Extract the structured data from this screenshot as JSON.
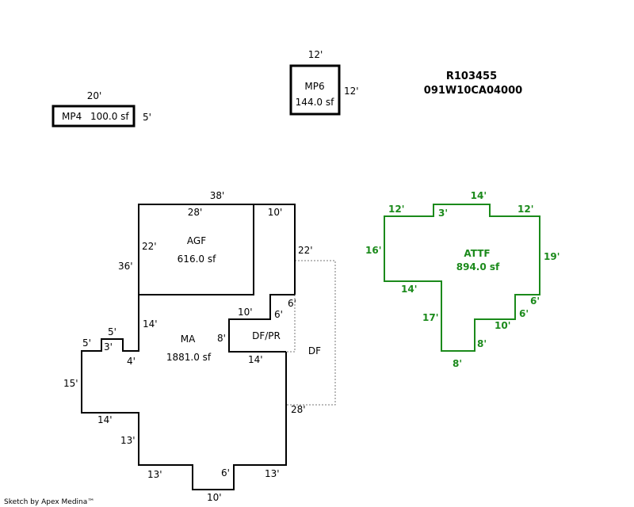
{
  "parcel": {
    "account_number": "R103455",
    "map_tax_lot": "091W10CA04000"
  },
  "footer": {
    "credit": "Sketch by Apex Medina™"
  },
  "colors": {
    "outline": "#000000",
    "attached_garage_outline": "#1b8a1b",
    "deck_outline": "#777777"
  },
  "areas": {
    "mp4": {
      "code": "MP4",
      "area": "100.0 sf",
      "dims": [
        "20'",
        "5'"
      ]
    },
    "mp6": {
      "code": "MP6",
      "area": "144.0 sf",
      "dims": [
        "12'",
        "12'"
      ]
    },
    "agf": {
      "code": "AGF",
      "area": "616.0 sf",
      "dims": [
        "38'",
        "28'",
        "10'",
        "22'",
        "36'"
      ]
    },
    "ma": {
      "code": "MA",
      "area": "1881.0 sf",
      "dims": [
        "14'",
        "5'",
        "3'",
        "5'",
        "4'",
        "15'",
        "14'",
        "13'",
        "13'",
        "6'",
        "10'",
        "13'",
        "22'",
        "6'"
      ]
    },
    "dfpr": {
      "code": "DF/PR",
      "dims": [
        "10'",
        "6'",
        "8'",
        "14'"
      ]
    },
    "df": {
      "code": "DF",
      "dims": [
        "28'"
      ]
    },
    "attf": {
      "code": "ATTF",
      "area": "894.0 sf",
      "dims": [
        "14'",
        "12'",
        "3'",
        "12'",
        "16'",
        "19'",
        "14'",
        "6'",
        "17'",
        "6'",
        "10'",
        "8'",
        "8'"
      ]
    }
  }
}
